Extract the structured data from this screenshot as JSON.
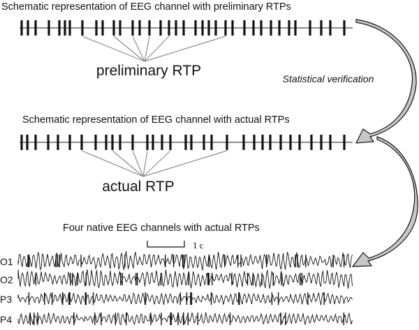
{
  "top_panel": {
    "title": "Schematic representation of EEG channel with preliminary RTPs"
  },
  "preliminary_label": "preliminary RTP",
  "arrow1_label": "Statistical verification",
  "middle_panel": {
    "title": "Schematic representation of EEG channel with actual RTPs"
  },
  "actual_label": "actual RTP",
  "bottom_panel": {
    "title": "Four native EEG channels with actual RTPs",
    "scale_label": "1 c",
    "channels": [
      "O1",
      "O2",
      "P3",
      "P4"
    ]
  },
  "colors": {
    "line": "#8c8c8c",
    "tick": "#111111",
    "arrow_fill": "#c8c8c8"
  }
}
